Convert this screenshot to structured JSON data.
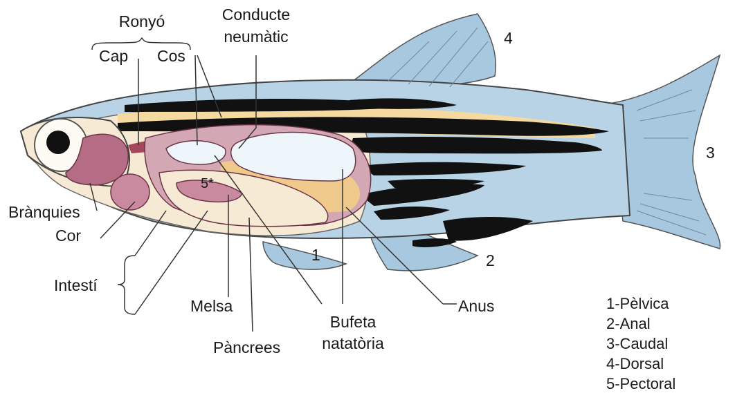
{
  "labels": {
    "kidney": "Ronyó",
    "kidney_head": "Cap",
    "kidney_body": "Cos",
    "pneumatic_duct_1": "Conducte",
    "pneumatic_duct_2": "neumàtic",
    "gills": "Brànquies",
    "heart": "Cor",
    "intestine": "Intestí",
    "spleen": "Melsa",
    "pancreas": "Pàncrees",
    "swim_bladder_1": "Bufeta",
    "swim_bladder_2": "natatòria",
    "anus": "Anus",
    "fin_1": "1",
    "fin_2": "2",
    "fin_3": "3",
    "fin_4": "4",
    "fin_5": "5*"
  },
  "legend": [
    "1-Pèlvica",
    "2-Anal",
    "3-Caudal",
    "4-Dorsal",
    "5-Pectoral"
  ],
  "colors": {
    "body_blue": "#b9d3e6",
    "fin_blue": "#a8c8df",
    "belly_cream": "#f6ead4",
    "stripe_yellow": "#f4d9a0",
    "stripe_black": "#111111",
    "organ_pink": "#d4a7b4",
    "gill_pink": "#b56d86",
    "kidney_red": "#a5485e",
    "liver_orange": "#f0c98d",
    "outline": "#333333"
  }
}
